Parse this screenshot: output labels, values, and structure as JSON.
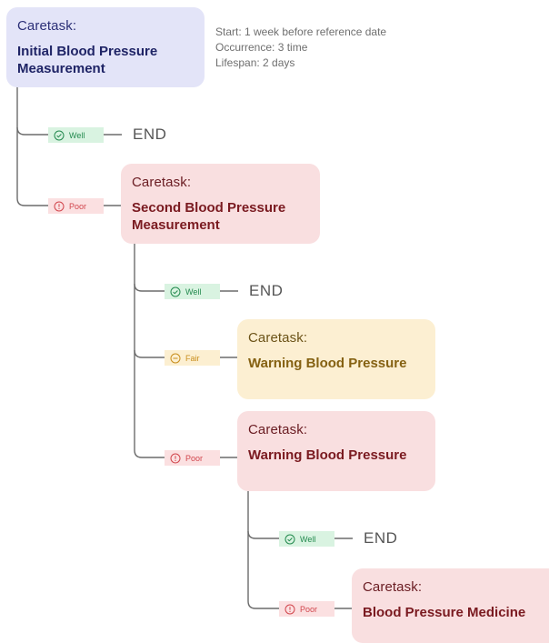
{
  "nodes": {
    "initial": {
      "kind": "Caretask:",
      "title": "Initial Blood Pressure Measurement",
      "meta": {
        "start": "Start: 1 week before reference date",
        "occurrence": "Occurrence: 3 time",
        "lifespan": "Lifespan: 2 days"
      }
    },
    "second": {
      "kind": "Caretask:",
      "title": "Second Blood Pressure Measurement"
    },
    "warning_fair": {
      "kind": "Caretask:",
      "title": "Warning Blood Pressure"
    },
    "warning_poor": {
      "kind": "Caretask:",
      "title": "Warning Blood Pressure"
    },
    "medicine": {
      "kind": "Caretask:",
      "title": "Blood Pressure Medicine"
    }
  },
  "outcomes": {
    "well": "Well",
    "fair": "Fair",
    "poor": "Poor"
  },
  "end_label": "END",
  "icons": {
    "well": "check-circle-icon",
    "fair": "minus-circle-icon",
    "poor": "alert-circle-icon"
  },
  "colors": {
    "well": "#238a4e",
    "fair": "#c98e1d",
    "poor": "#d1454c",
    "connector": "#6b6b6b"
  }
}
